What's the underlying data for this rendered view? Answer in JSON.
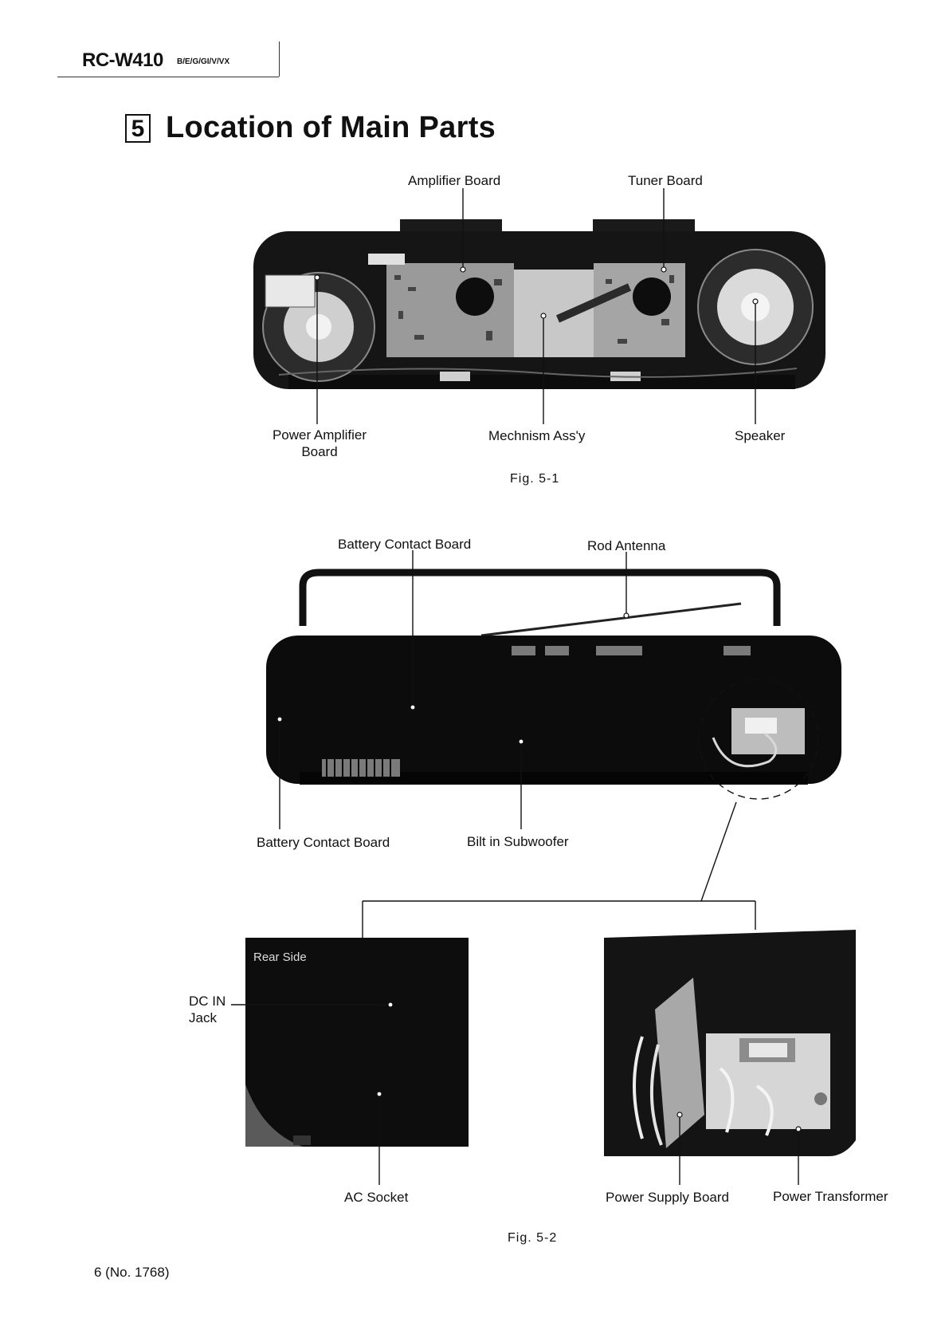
{
  "header": {
    "model": "RC-W410",
    "variants": "B/E/G/GI/V/VX"
  },
  "section": {
    "number": "5",
    "title": "Location of Main Parts"
  },
  "fig1": {
    "caption": "Fig. 5-1",
    "labels": {
      "amplifier_board": "Amplifier Board",
      "tuner_board": "Tuner Board",
      "power_amp_line1": "Power Amplifier",
      "power_amp_line2": "Board",
      "mechanism": "Mechnism Ass'y",
      "speaker": "Speaker"
    }
  },
  "fig2": {
    "caption": "Fig. 5-2",
    "labels": {
      "battery_contact_top": "Battery Contact Board",
      "rod_antenna": "Rod Antenna",
      "battery_contact_left": "Battery Contact Board",
      "subwoofer": "Bilt in Subwoofer",
      "rear_side": "Rear Side",
      "dc_in_line1": "DC IN",
      "dc_in_line2": "Jack",
      "ac_socket": "AC Socket",
      "power_supply": "Power Supply Board",
      "power_transformer": "Power Transformer"
    }
  },
  "footer": {
    "page": "6 (No. 1768)"
  }
}
